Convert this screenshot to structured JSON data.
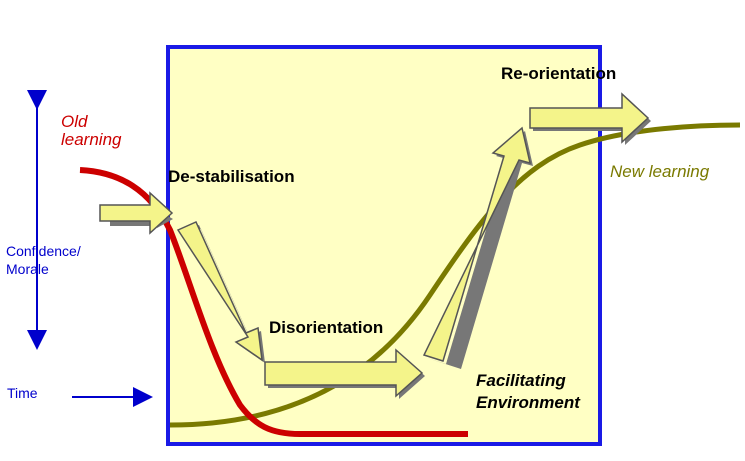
{
  "labels": {
    "old_learning": "Old\nlearning",
    "destabilisation": "De-stabilisation",
    "disorientation": "Disorientation",
    "reorientation": "Re-orientation",
    "new_learning": "New learning",
    "facilitating_environment": "Facilitating\nEnvironment",
    "y_axis": "Confidence/\nMorale",
    "x_axis": "Time"
  },
  "colors": {
    "frame_border": "#1a1ae6",
    "frame_fill": "#ffffc4",
    "old_learning_curve": "#cc0000",
    "new_learning_curve": "#7a7a00",
    "arrow_fill": "#f4f48a",
    "arrow_outline": "#555555",
    "axis": "#0000cc",
    "old_learning_text": "#cc0000",
    "new_learning_text": "#7a7a00",
    "axis_text": "#0000cc"
  }
}
